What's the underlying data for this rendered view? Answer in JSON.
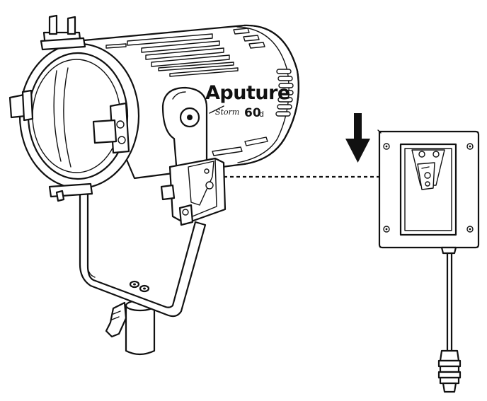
{
  "product": {
    "brand": "Aputure",
    "series": "Storm",
    "model_number": "60",
    "model_suffix": "d"
  },
  "colors": {
    "line": "#111111",
    "background": "#ffffff"
  }
}
